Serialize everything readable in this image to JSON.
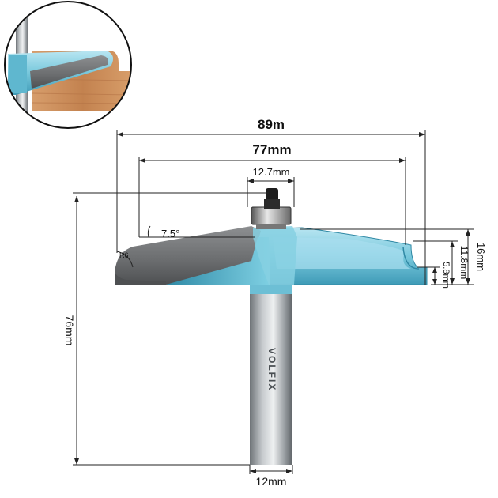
{
  "dimensions": {
    "overall_width": "89m",
    "cutting_width": "77mm",
    "bearing_diameter": "12.7mm",
    "total_length": "76mm",
    "shank_diameter": "12mm",
    "cutting_height": "16mm",
    "profile_height": "11.8mm",
    "edge_height": "5.8mm",
    "angle": "7.5°",
    "radius": "R6"
  },
  "brand": "VOLFIX",
  "colors": {
    "blade_blue": "#6fc3d8",
    "carbide_grey": "#6e6e6e",
    "shank_grey": "#9a9fa3",
    "wood": "#c98b5a"
  }
}
